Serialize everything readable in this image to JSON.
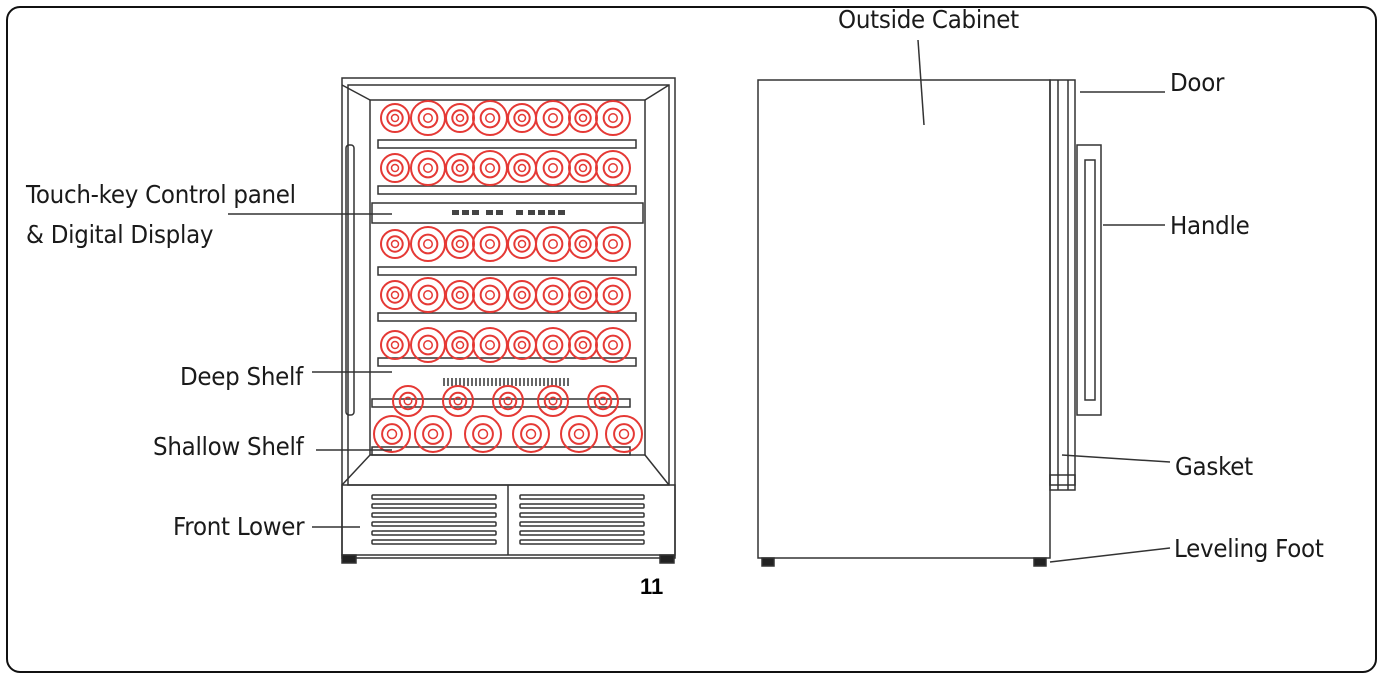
{
  "labels": {
    "touch_key_line1": "Touch-key Control panel",
    "touch_key_line2": "& Digital Display",
    "deep_shelf": "Deep Shelf",
    "shallow_shelf": "Shallow Shelf",
    "front_lower": "Front Lower",
    "outside_cabinet": "Outside Cabinet",
    "door": "Door",
    "handle": "Handle",
    "gasket": "Gasket",
    "leveling_foot": "Leveling Foot"
  },
  "page_number": "11",
  "colors": {
    "bottle": "#e53935",
    "line": "#333333",
    "frame": "#111111"
  }
}
